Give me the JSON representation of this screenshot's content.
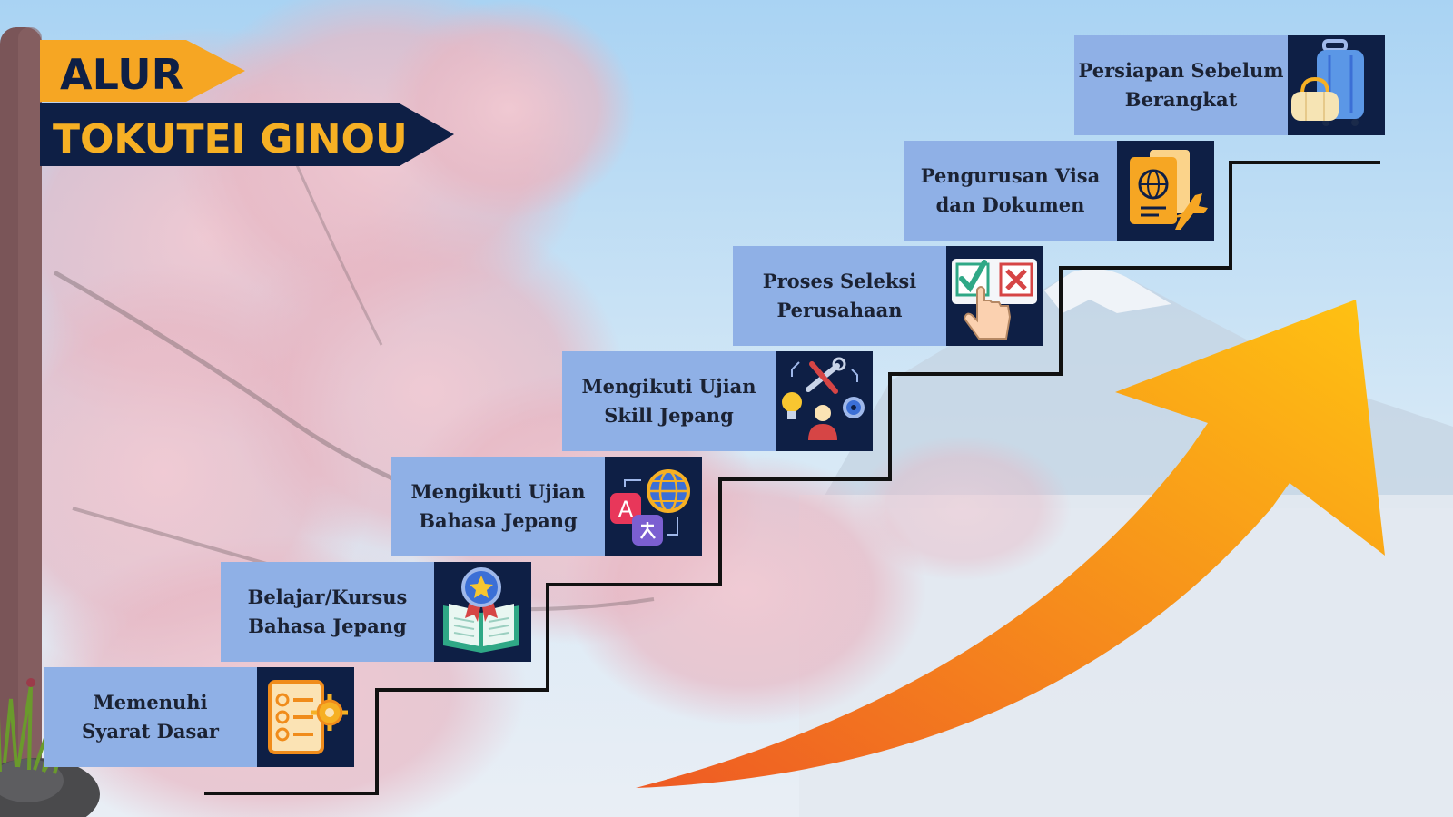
{
  "title": {
    "line1": "ALUR",
    "line2": "TOKUTEI GINOU"
  },
  "steps": [
    {
      "line1": "Memenuhi",
      "line2": "Syarat Dasar",
      "icon": "checklist-gear-icon"
    },
    {
      "line1": "Belajar/Kursus",
      "line2": "Bahasa Jepang",
      "icon": "book-award-icon"
    },
    {
      "line1": "Mengikuti Ujian",
      "line2": "Bahasa Jepang",
      "icon": "language-translate-icon"
    },
    {
      "line1": "Mengikuti Ujian",
      "line2": "Skill Jepang",
      "icon": "skill-tools-icon"
    },
    {
      "line1": "Proses Seleksi",
      "line2": "Perusahaan",
      "icon": "selection-check-cross-icon"
    },
    {
      "line1": "Pengurusan Visa",
      "line2": "dan Dokumen",
      "icon": "passport-plane-icon"
    },
    {
      "line1": "Persiapan Sebelum",
      "line2": "Berangkat",
      "icon": "luggage-icon"
    }
  ],
  "colors": {
    "step_box": "#8FB0E6",
    "icon_box": "#0E1F45",
    "title_banner": "#0E1F45",
    "title_text": "#F6B024",
    "accent_banner": "#F6A623",
    "arrow_start": "#EE5A24",
    "arrow_end": "#FFC312"
  }
}
